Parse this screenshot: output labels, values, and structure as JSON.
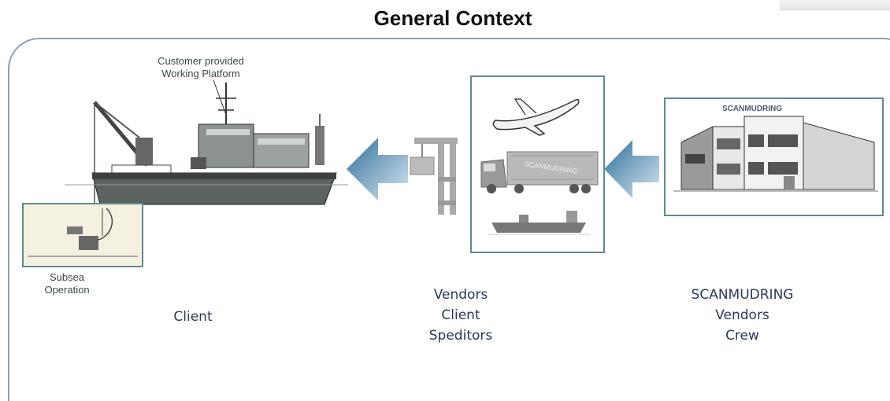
{
  "title": "General Context",
  "annotations": {
    "platform_line1": "Customer provided",
    "platform_line2": "Working Platform",
    "subsea_line1": "Subsea",
    "subsea_line2": "Operation",
    "building_sign": "SCANMUDRING",
    "truck_text": "SCANMUDRING"
  },
  "columns": {
    "left": [
      "Client"
    ],
    "middle": [
      "Vendors",
      "Client",
      "Speditors"
    ],
    "right": [
      "SCANMUDRING",
      "Vendors",
      "Crew"
    ]
  },
  "icons": [
    "vessel-icon",
    "subsea-crane-icon",
    "airplane-icon",
    "truck-icon",
    "cargo-ship-icon",
    "crane-hook-icon",
    "building-icon",
    "arrow-left-icon"
  ],
  "colors": {
    "frame": "#8aa2b0",
    "box_border": "#5f8a8f",
    "arrow": "#5a8fb3",
    "label": "#2a3a55"
  }
}
